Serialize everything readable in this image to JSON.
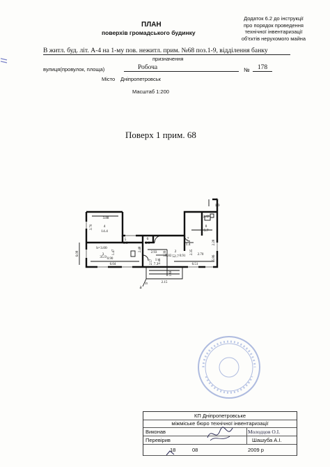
{
  "header": {
    "title_line1": "ПЛАН",
    "title_line2": "поверхів громадського будинку",
    "annex": [
      "Додаток 6.2 до інструкції",
      "про порядок проведення",
      "технічної інвентаризації",
      "об'єктів нерухомого майна"
    ]
  },
  "address": {
    "description": "В житл. буд. літ. А-4 на 1-му пов. нежитл. прим. №68 поз.1-9, відділення банку",
    "purpose_label": "призначення",
    "street_label": "вулиця(провулок, площа)",
    "street_value": "Робоча",
    "number_label": "№",
    "number_value": "178",
    "city_label": "Місто",
    "city_value": "Дніпропетровськ",
    "scale": "Масштаб 1:200"
  },
  "floor_title": "Поверх 1 прим. 68",
  "plan": {
    "rooms": [
      {
        "num": "4",
        "area": "14.4"
      },
      {
        "num": "3",
        "area": "35.9"
      },
      {
        "num": "5",
        "area": "1.6"
      },
      {
        "num": "6",
        "area": "2.9"
      },
      {
        "num": "1",
        "area": "7.3"
      },
      {
        "num": "2",
        "area": "52.7"
      },
      {
        "num": "7",
        "area": "1.4"
      },
      {
        "num": "8",
        "area": "5.7"
      },
      {
        "num": "9",
        "area": "1.9"
      }
    ],
    "dimensions": [
      "3.88",
      "3.70",
      "1.47",
      "6.08",
      "6.04",
      "0.90",
      "2.48",
      "2.93",
      "2.57",
      "2.46",
      "1.39",
      "0.82",
      "0.91",
      "2.70",
      "2.35",
      "2.28",
      "5.86",
      "6.51",
      "2.42",
      "1.60",
      "2.15"
    ],
    "ceiling_height": "h=3.00",
    "axis_label": "a",
    "axis_num": "35"
  },
  "stamp": {
    "org_line1": "КП Дніпропетровське",
    "org_line2": "міжміське бюро технічної інвентаризації",
    "executor_label": "Виконав",
    "executor_name": "Молодцов О.І.",
    "checker_label": "Перевірив",
    "checker_name": "Шашуба А.І.",
    "day": "18",
    "month": "08",
    "year": "2009 р"
  }
}
